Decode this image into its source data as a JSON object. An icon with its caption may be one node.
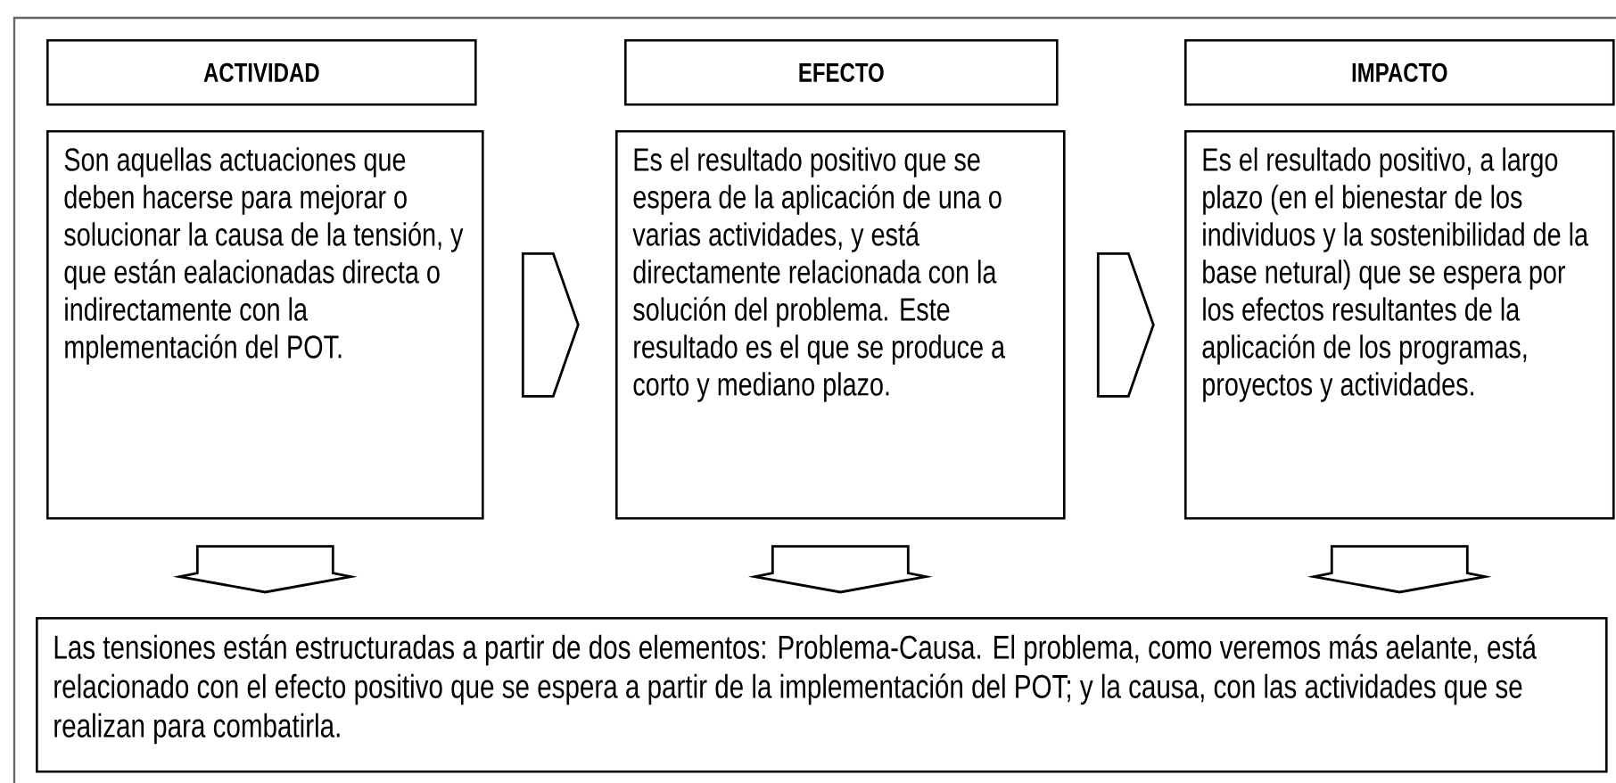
{
  "diagram": {
    "nodes": [
      {
        "text": [
          "ACTIVIDAD"
        ]
      },
      {
        "text": [
          "Son aquellas actuaciones que deben hacerse para mejorar o solucionar la causa de la tensión, y que están ealacionadas directa o indirectamente con la mplementación del POT."
        ]
      },
      {
        "text": [
          "EFECTO"
        ]
      },
      {
        "text": [
          "Es el resultado positivo que se espera de la aplicación de una o varias actividades, y está directamente relacionada con la solución del problema. Este resultado es el que se produce a corto y mediano plazo."
        ]
      },
      {
        "text": [
          "IMPACTO"
        ]
      },
      {
        "text": [
          "Es el resultado positivo, a largo plazo (en el bienestar de los individuos y la sostenibilidad de la base netural) que se espera por los efectos resultantes de la aplicación de los programas, proyectos y actividades."
        ]
      },
      {
        "text": [
          "Las tensiones están estructuradas a partir de dos elementos: Problema-Causa. El problema, como veremos más aelante, está relacionado con el efecto positivo que se espera a partir de la implementación del POT; y la causa, con las actividades que se realizan para combatirla."
        ]
      }
    ],
    "edges": [
      {
        "from": 1,
        "to": 3,
        "arrow": "to"
      },
      {
        "from": 3,
        "to": 5,
        "arrow": "to"
      },
      {
        "from": 1,
        "to": 6,
        "arrow": "to"
      },
      {
        "from": 3,
        "to": 6,
        "arrow": "to"
      },
      {
        "from": 5,
        "to": 6,
        "arrow": "to"
      }
    ]
  }
}
